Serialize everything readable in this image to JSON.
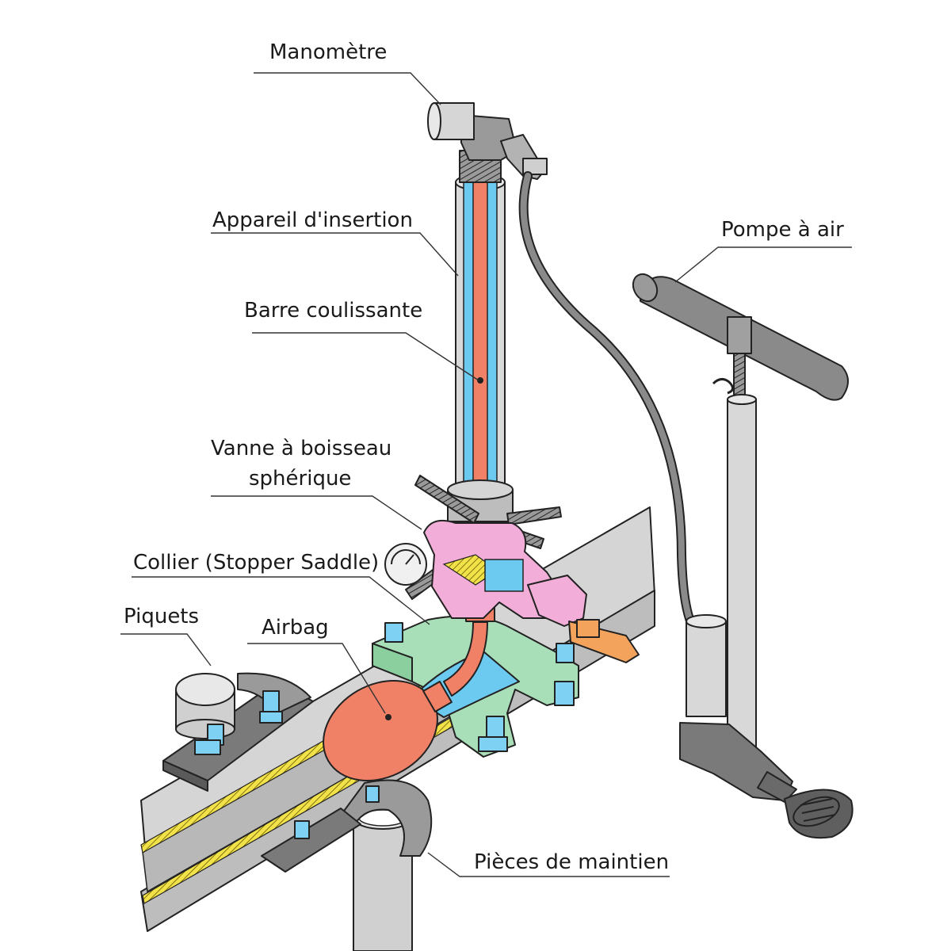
{
  "labels": {
    "manometre": "Manomètre",
    "appareil": "Appareil d'insertion",
    "pompe": "Pompe à air",
    "barre": "Barre coulissante",
    "vanne_line1": "Vanne à boisseau",
    "vanne_line2": "sphérique",
    "collier": "Collier (Stopper Saddle)",
    "piquets": "Piquets",
    "airbag": "Airbag",
    "pieces": "Pièces de maintien"
  },
  "colors": {
    "sliding_bar": "#f08066",
    "inner_channel": "#6cc9f0",
    "ball_valve": "#f2aed8",
    "saddle": "#a9dfb8",
    "steel": "#cfcfcf",
    "steel_dark": "#8a8a8a",
    "bolts": "#7fd1f3",
    "gasket": "#ead62c"
  }
}
